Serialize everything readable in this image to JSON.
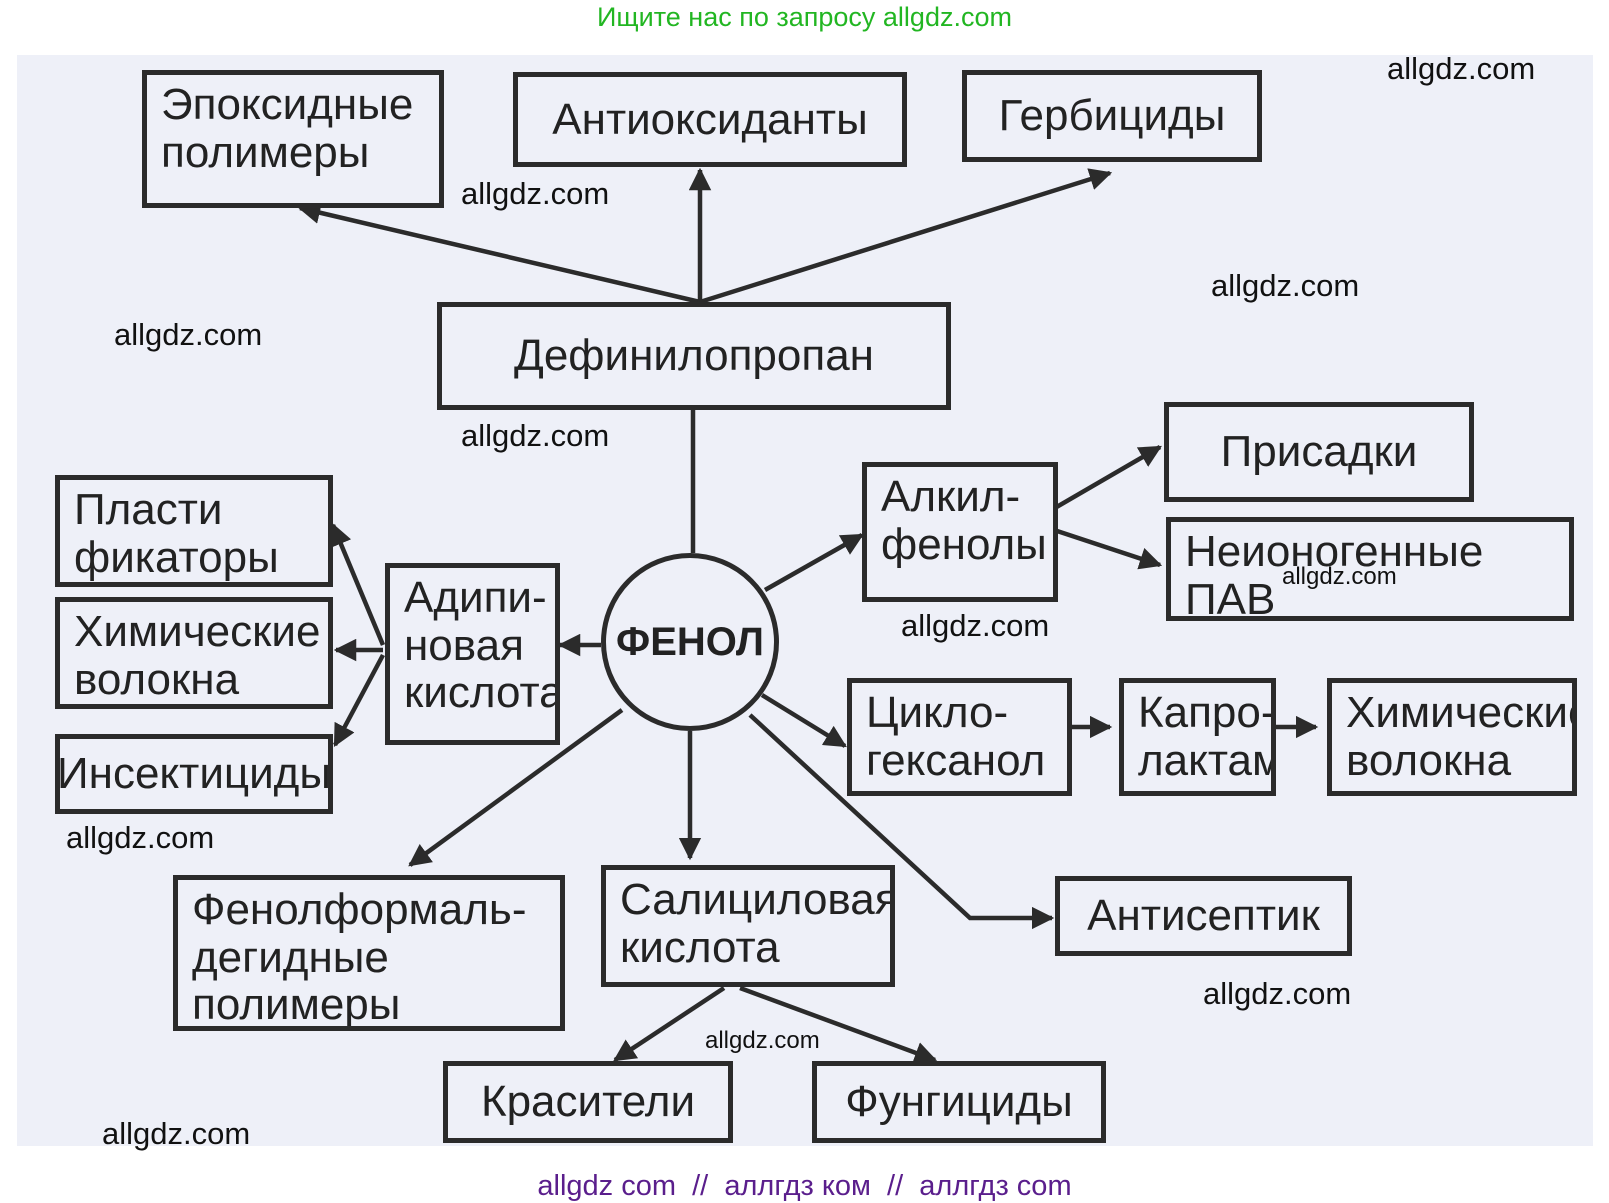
{
  "header": {
    "text": "Ищите нас по запросу allgdz.com"
  },
  "diagram": {
    "hub": "ФЕНОЛ",
    "nodes": {
      "epoxy": "Эпоксидные\nполимеры",
      "antioxidants": "Антиоксиданты",
      "herbicides": "Гербициды",
      "diphenylpropane": "Дефинилопропан",
      "additives": "Присадки",
      "alkylphenols": "Алкил-\nфенолы",
      "nonionic": "Неионогенные\nПАВ",
      "plasticizers": "Пласти\nфикаторы",
      "chem_fibers_left": "Химические\nволокна",
      "insecticides": "Инсектициды",
      "adipic": "Адипи-\nновая\nкислота",
      "cyclohexanol": "Цикло-\nгексанол",
      "caprolactam": "Капро-\nлактам",
      "chem_fibers_right": "Химические\nволокна",
      "phenol_formaldehyde": "Фенолформаль-\nдегидные\nполимеры",
      "salicylic": "Салициловая\nкислота",
      "antiseptic": "Антисептик",
      "dyes": "Красители",
      "fungicides": "Фунгициды"
    }
  },
  "watermarks": {
    "wm1": "allgdz.com",
    "wm2": "allgdz.com",
    "wm3": "allgdz.com",
    "wm4": "allgdz.com",
    "wm5": "allgdz.com",
    "wm6": "allgdz.com",
    "wm7": "allgdz.com",
    "wm8": "allgdz.com",
    "wm9": "allgdz.com",
    "wm10": "allgdz.com",
    "wm11": "allgdz.com"
  },
  "footer": {
    "text": "allgdz com  //  аллгдз ком  //  аллгдз com"
  },
  "colors": {
    "header": "#22b622",
    "footer": "#5a1e8c",
    "panel": "#eef0f8",
    "stroke": "#2b2b2b"
  }
}
